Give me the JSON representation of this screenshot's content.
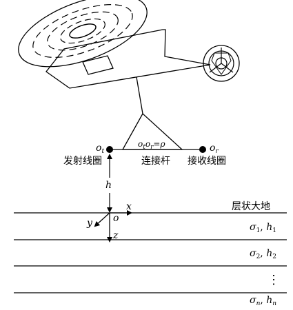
{
  "labels": {
    "o_t": {
      "base": "o",
      "sub": "t"
    },
    "o_r": {
      "base": "o",
      "sub": "r"
    },
    "rod_eq": {
      "o1": "o",
      "s1": "t",
      "o2": "o",
      "s2": "r",
      "eq": "=",
      "rho": "ρ"
    },
    "transmit_coil": "发射线圈",
    "rod": "连接杆",
    "receive_coil": "接收线圈",
    "h": "h",
    "x": "x",
    "y": "y",
    "z": "z",
    "origin": "o",
    "layered_earth": "层状大地",
    "layer1": {
      "sigma": "σ",
      "s": "1",
      "sep": ", ",
      "h": "h",
      "hs": "1"
    },
    "layer2": {
      "sigma": "σ",
      "s": "2",
      "sep": ", ",
      "h": "h",
      "hs": "2"
    },
    "layerN": {
      "sigma": "σ",
      "s": "n",
      "sep": ", ",
      "h": "h",
      "hs": "n"
    },
    "ellipsis": "⋮"
  }
}
